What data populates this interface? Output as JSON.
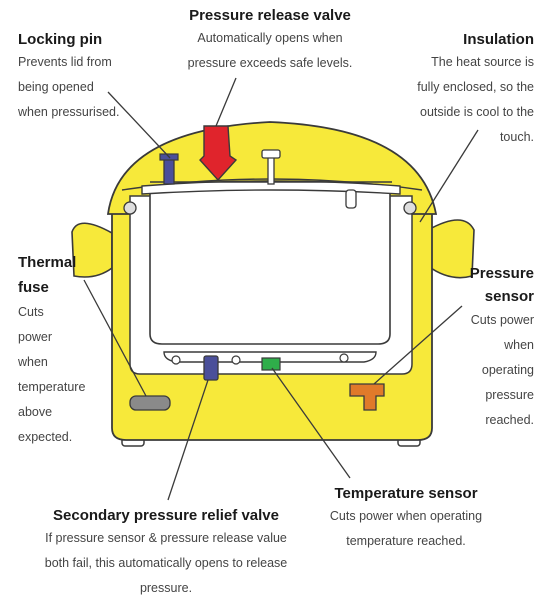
{
  "labels": {
    "pressure_release_valve": {
      "title": "Pressure release valve",
      "lines": [
        "Automatically opens when",
        "pressure exceeds safe levels."
      ]
    },
    "locking_pin": {
      "title": "Locking pin",
      "lines": [
        "Prevents lid from",
        "being opened",
        "when pressurised."
      ]
    },
    "insulation": {
      "title": "Insulation",
      "lines": [
        "The heat source is",
        "fully enclosed, so the",
        "outside is cool to the",
        "touch."
      ]
    },
    "thermal_fuse": {
      "title_lines": [
        "Thermal",
        "fuse"
      ],
      "lines": [
        "Cuts",
        "power",
        "when",
        "temperature",
        "above",
        "expected."
      ]
    },
    "pressure_sensor": {
      "title_lines": [
        "Pressure",
        "sensor"
      ],
      "lines": [
        "Cuts power",
        "when",
        "operating",
        "pressure",
        "reached."
      ]
    },
    "temperature_sensor": {
      "title": "Temperature sensor",
      "lines": [
        "Cuts power when operating",
        "temperature reached."
      ]
    },
    "secondary_valve": {
      "title": "Secondary pressure relief valve",
      "lines": [
        "If pressure sensor & pressure release value",
        "both fail, this automatically opens to release",
        "pressure."
      ]
    }
  },
  "colors": {
    "body_yellow": "#f7e93a",
    "outline": "#3a3a3a",
    "valve_red": "#e0242c",
    "pin_blue": "#4a4f9a",
    "sensor_green": "#2fae4a",
    "sensor_orange": "#e07a2a",
    "fuse_gray": "#8a8a8a"
  }
}
